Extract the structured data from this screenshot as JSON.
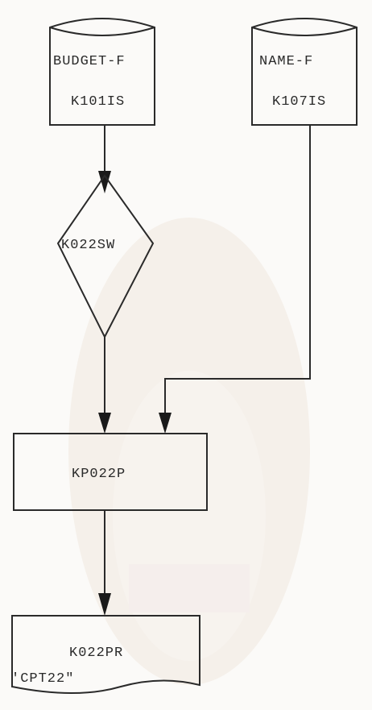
{
  "diagram": {
    "budget_file": {
      "name": "BUDGET-F",
      "id": "K101IS"
    },
    "name_file": {
      "name": "NAME-F",
      "id": "K107IS"
    },
    "sort_step": {
      "label": "K022SW"
    },
    "process_step": {
      "label": "KP022P"
    },
    "report_output": {
      "label": "K022PR",
      "subtitle": "'CPT22\""
    }
  }
}
